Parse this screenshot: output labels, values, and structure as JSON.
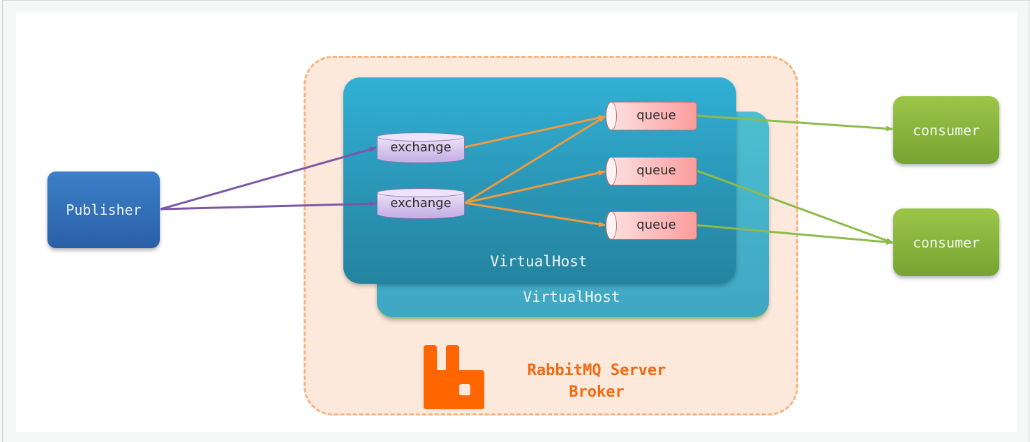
{
  "diagram": {
    "title": "RabbitMQ Server Broker",
    "publisher": {
      "label": "Publisher",
      "icon": "rounded-box"
    },
    "broker": {
      "line1": "RabbitMQ Server",
      "line2": "Broker",
      "logo_icon": "rabbitmq-logo-icon"
    },
    "virtual_hosts": [
      {
        "label": "VirtualHost"
      },
      {
        "label": "VirtualHost"
      }
    ],
    "exchanges": [
      {
        "label": "exchange"
      },
      {
        "label": "exchange"
      }
    ],
    "queues": [
      {
        "label": "queue"
      },
      {
        "label": "queue"
      },
      {
        "label": "queue"
      }
    ],
    "consumers": [
      {
        "label": "consumer"
      },
      {
        "label": "consumer"
      }
    ],
    "edges": [
      {
        "from": "Publisher",
        "to": "exchange 1",
        "color": "#7b58a6"
      },
      {
        "from": "Publisher",
        "to": "exchange 2",
        "color": "#7b58a6"
      },
      {
        "from": "exchange 1",
        "to": "queue 1",
        "color": "#f29a3c"
      },
      {
        "from": "exchange 2",
        "to": "queue 1",
        "color": "#f29a3c"
      },
      {
        "from": "exchange 2",
        "to": "queue 2",
        "color": "#f29a3c"
      },
      {
        "from": "exchange 2",
        "to": "queue 3",
        "color": "#f29a3c"
      },
      {
        "from": "queue 1",
        "to": "consumer 1",
        "color": "#8dbb4c"
      },
      {
        "from": "queue 2",
        "to": "consumer 2",
        "color": "#8dbb4c"
      },
      {
        "from": "queue 3",
        "to": "consumer 2",
        "color": "#8dbb4c"
      }
    ],
    "colors": {
      "publisher": "#2f6db6",
      "broker_fill": "#fde9db",
      "broker_border": "#f5b482",
      "vhost": "#2a9ec2",
      "exchange": "#d9c8ef",
      "queue": "#fca9a9",
      "consumer": "#8bb83f",
      "brand_orange": "#ff6600"
    }
  }
}
